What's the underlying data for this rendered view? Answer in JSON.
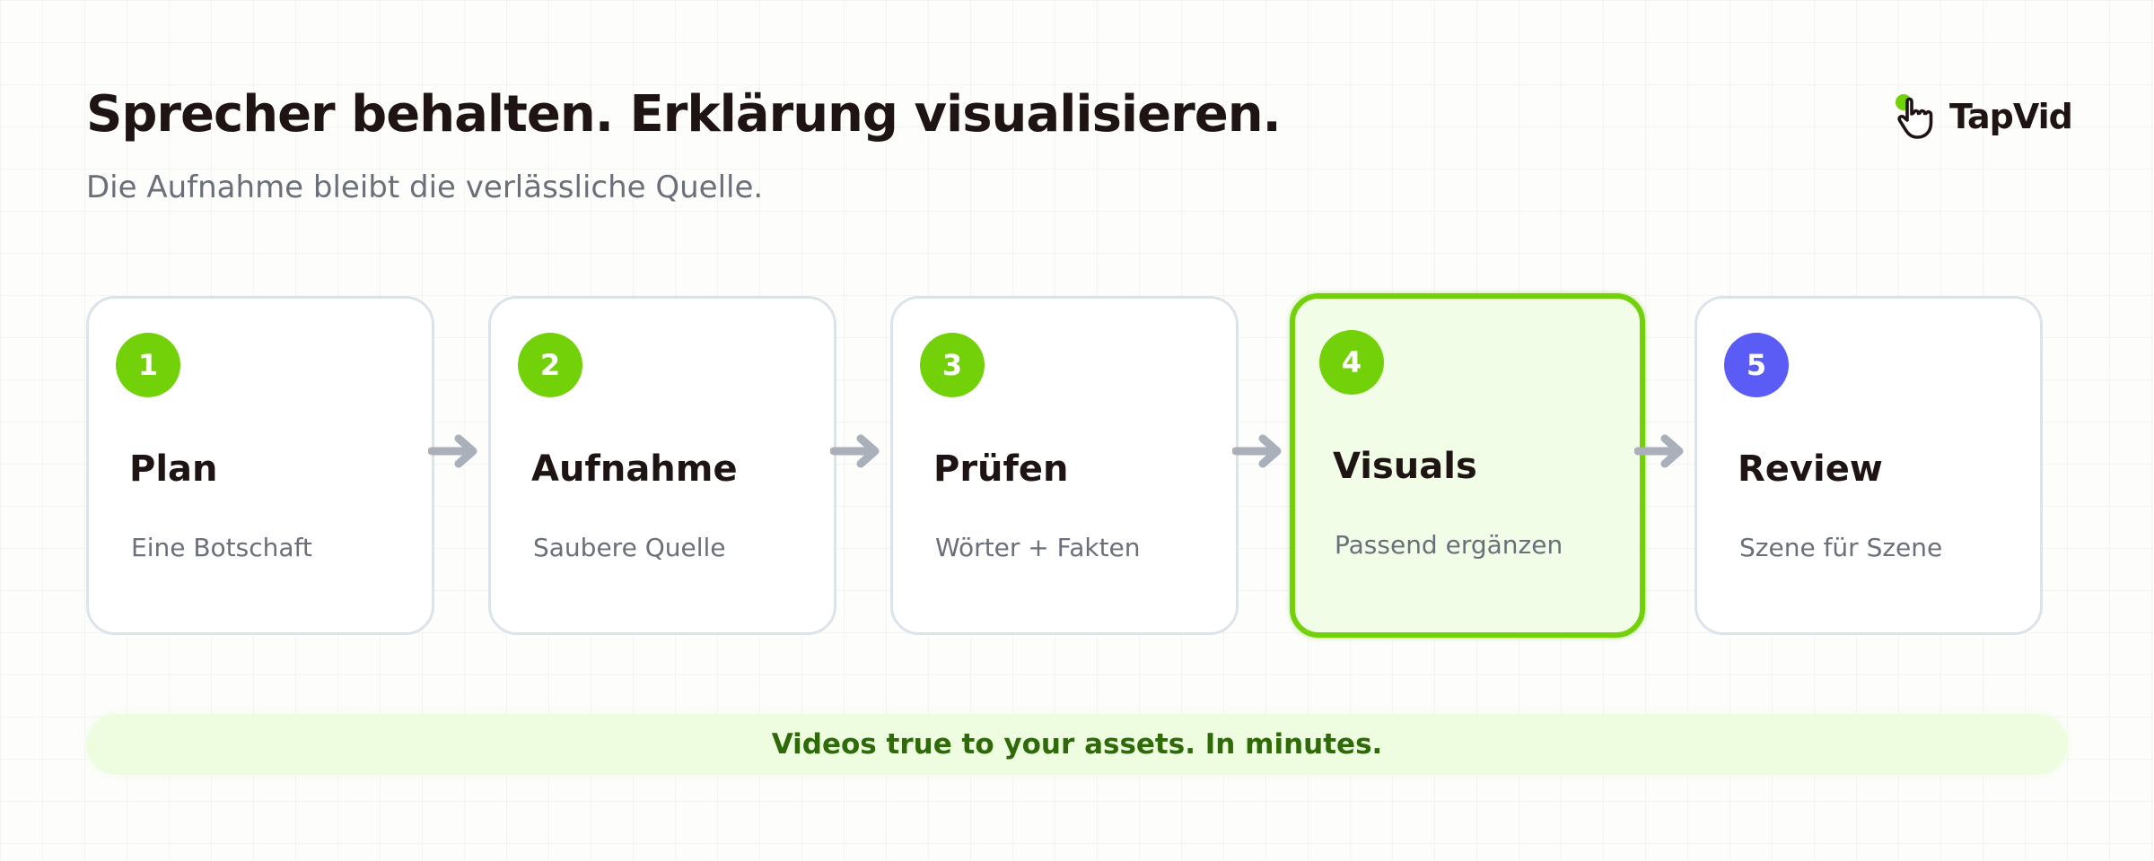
{
  "header": {
    "title": "Sprecher behalten. Erklärung visualisieren.",
    "subtitle": "Die Aufnahme bleibt die verlässliche Quelle."
  },
  "logo": {
    "text": "TapVid",
    "icon": "hand-pointer-icon",
    "dot_color": "#72d109"
  },
  "steps": [
    {
      "number": "1",
      "title": "Plan",
      "subtitle": "Eine Botschaft",
      "badge_color": "#72d109",
      "highlighted": false
    },
    {
      "number": "2",
      "title": "Aufnahme",
      "subtitle": "Saubere Quelle",
      "badge_color": "#72d109",
      "highlighted": false
    },
    {
      "number": "3",
      "title": "Prüfen",
      "subtitle": "Wörter + Fakten",
      "badge_color": "#72d109",
      "highlighted": false
    },
    {
      "number": "4",
      "title": "Visuals",
      "subtitle": "Passend ergänzen",
      "badge_color": "#72d109",
      "highlighted": true
    },
    {
      "number": "5",
      "title": "Review",
      "subtitle": "Szene für Szene",
      "badge_color": "#5a5cf5",
      "highlighted": false
    }
  ],
  "connector_icon": "arrow-right-icon",
  "banner": {
    "text": "Videos true to your assets. In minutes."
  },
  "colors": {
    "accent_green": "#72d109",
    "accent_blue": "#5a5cf5",
    "banner_text": "#2f6a08",
    "card_border": "#dde3ea",
    "arrow_gray": "#a9b0ba"
  }
}
